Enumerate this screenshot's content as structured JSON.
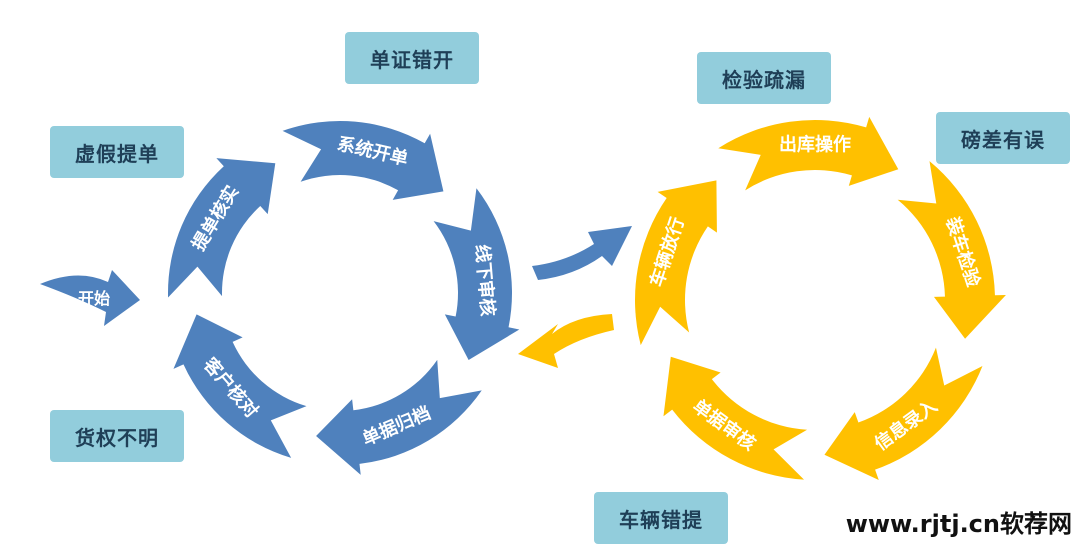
{
  "left_cycle": {
    "color": "#4f81bd",
    "segments": [
      "系统开单",
      "线下审核",
      "单据归档",
      "客户核对",
      "提单核实"
    ]
  },
  "right_cycle": {
    "color": "#ffc000",
    "segments": [
      "出库操作",
      "装车检验",
      "信息录入",
      "单据审核",
      "车辆放行"
    ]
  },
  "start_label": "开始",
  "risk_boxes": {
    "box_color": "#92cddc",
    "dan_zheng_cuo_kai": "单证错开",
    "xu_jia_ti_dan": "虚假提单",
    "huo_quan_bu_ming": "货权不明",
    "jian_yan_shu_lou": "检验疏漏",
    "bang_cha_you_wu": "磅差有误",
    "che_liang_cuo_ti": "车辆错提"
  },
  "watermark": "www.rjtj.cn软荐网"
}
